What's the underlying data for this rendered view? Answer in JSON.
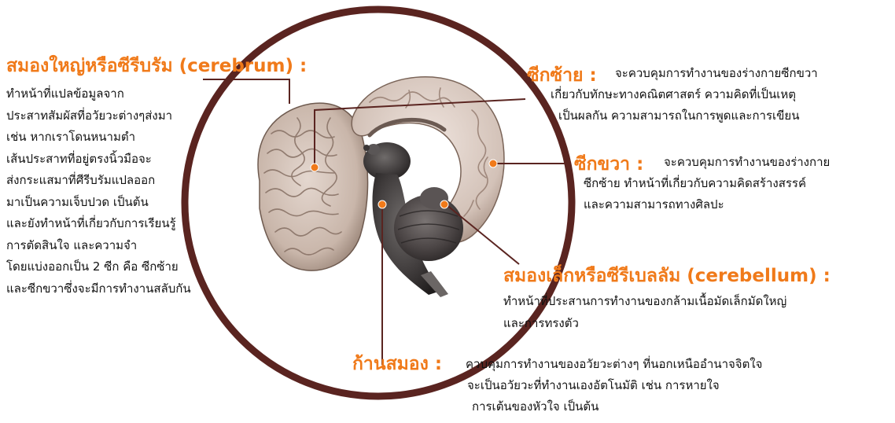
{
  "colors": {
    "heading": "#f07a1a",
    "ring": "#5a2420",
    "leader": "#5a2420",
    "marker": "#f07a1a",
    "text": "#111111"
  },
  "cerebrum": {
    "heading": "สมองใหญ่หรือซีรีบรัม (cerebrum) :",
    "lines": [
      "ทำหน้าที่แปลข้อมูลจาก",
      "ประสาทสัมผัสที่อวัยวะต่างๆส่งมา",
      "เช่น หากเราโดนหนามตำ",
      "เส้นประสาทที่อยู่ตรงนิ้วมือจะ",
      "ส่งกระแสมาที่ศีรีบรัมแปลออก",
      "มาเป็นความเจ็บปวด เป็นต้น",
      "และยังทำหน้าที่เกี่ยวกับการเรียนรู้",
      "การตัดสินใจ และความจำ",
      "โดยแบ่งออกเป็น 2 ซีก คือ ซีกซ้าย",
      "และซีกขวาซึ่งจะมีการทำงานสลับกัน"
    ]
  },
  "left_hemisphere": {
    "heading": "ซีกซ้าย :",
    "lines": [
      "จะควบคุมการทำงานของร่างกายซีกขวา",
      "เกี่ยวกับทักษะทางคณิตศาสตร์ ความคิดที่เป็นเหตุ",
      "เป็นผลกัน ความสามารถในการพูดและการเขียน"
    ]
  },
  "right_hemisphere": {
    "heading": "ซีกขวา :",
    "lines": [
      "จะควบคุมการทำงานของร่างกาย",
      "ซีกซ้าย ทำหน้าที่เกี่ยวกับความคิดสร้างสรรค์",
      "และความสามารถทางศิลปะ"
    ]
  },
  "cerebellum": {
    "heading": "สมองเล็กหรือซีรีเบลลัม (cerebellum) :",
    "lines": [
      "ทำหน้าที่ประสานการทำงานของกล้ามเนื้อมัดเล็กมัดใหญ่",
      "และการทรงตัว"
    ]
  },
  "brainstem": {
    "heading": "ก้านสมอง :",
    "lines": [
      "ควบคุมการทำงานของอวัยวะต่างๆ ที่นอกเหนืออำนาจจิตใจ",
      "จะเป็นอวัยวะที่ทำงานเองอัตโนมัติ เช่น การหายใจ",
      "การเต้นของหัวใจ เป็นต้น"
    ]
  }
}
